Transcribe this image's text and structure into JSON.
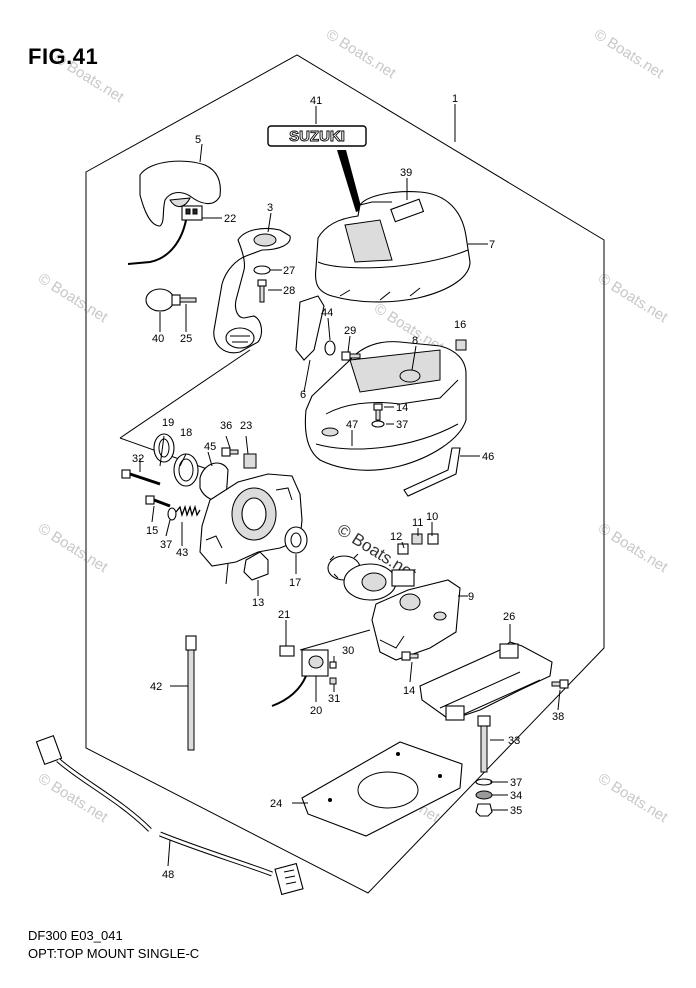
{
  "figure": {
    "title": "FIG.41",
    "code": "DF300 E03_041",
    "caption": "OPT:TOP MOUNT SINGLE-C"
  },
  "watermark": "© Boats.net",
  "emblem_text": "SUZUKI",
  "callouts": [
    {
      "key": "c1",
      "label": "1"
    },
    {
      "key": "c3",
      "label": "3"
    },
    {
      "key": "c5",
      "label": "5"
    },
    {
      "key": "c6",
      "label": "6"
    },
    {
      "key": "c7",
      "label": "7"
    },
    {
      "key": "c8",
      "label": "8"
    },
    {
      "key": "c9",
      "label": "9"
    },
    {
      "key": "c10",
      "label": "10"
    },
    {
      "key": "c11",
      "label": "11"
    },
    {
      "key": "c12",
      "label": "12"
    },
    {
      "key": "c13",
      "label": "13"
    },
    {
      "key": "c14a",
      "label": "14"
    },
    {
      "key": "c14b",
      "label": "14"
    },
    {
      "key": "c15",
      "label": "15"
    },
    {
      "key": "c16",
      "label": "16"
    },
    {
      "key": "c17",
      "label": "17"
    },
    {
      "key": "c18",
      "label": "18"
    },
    {
      "key": "c19",
      "label": "19"
    },
    {
      "key": "c20",
      "label": "20"
    },
    {
      "key": "c21",
      "label": "21"
    },
    {
      "key": "c22",
      "label": "22"
    },
    {
      "key": "c23",
      "label": "23"
    },
    {
      "key": "c24",
      "label": "24"
    },
    {
      "key": "c25",
      "label": "25"
    },
    {
      "key": "c26",
      "label": "26"
    },
    {
      "key": "c27",
      "label": "27"
    },
    {
      "key": "c28",
      "label": "28"
    },
    {
      "key": "c29",
      "label": "29"
    },
    {
      "key": "c30",
      "label": "30"
    },
    {
      "key": "c31",
      "label": "31"
    },
    {
      "key": "c32",
      "label": "32"
    },
    {
      "key": "c33",
      "label": "33"
    },
    {
      "key": "c34",
      "label": "34"
    },
    {
      "key": "c35",
      "label": "35"
    },
    {
      "key": "c36",
      "label": "36"
    },
    {
      "key": "c37a",
      "label": "37"
    },
    {
      "key": "c37b",
      "label": "37"
    },
    {
      "key": "c37c",
      "label": "37"
    },
    {
      "key": "c38",
      "label": "38"
    },
    {
      "key": "c39",
      "label": "39"
    },
    {
      "key": "c40",
      "label": "40"
    },
    {
      "key": "c41",
      "label": "41"
    },
    {
      "key": "c42",
      "label": "42"
    },
    {
      "key": "c43",
      "label": "43"
    },
    {
      "key": "c44",
      "label": "44"
    },
    {
      "key": "c45",
      "label": "45"
    },
    {
      "key": "c46",
      "label": "46"
    },
    {
      "key": "c47",
      "label": "47"
    },
    {
      "key": "c48",
      "label": "48"
    }
  ]
}
